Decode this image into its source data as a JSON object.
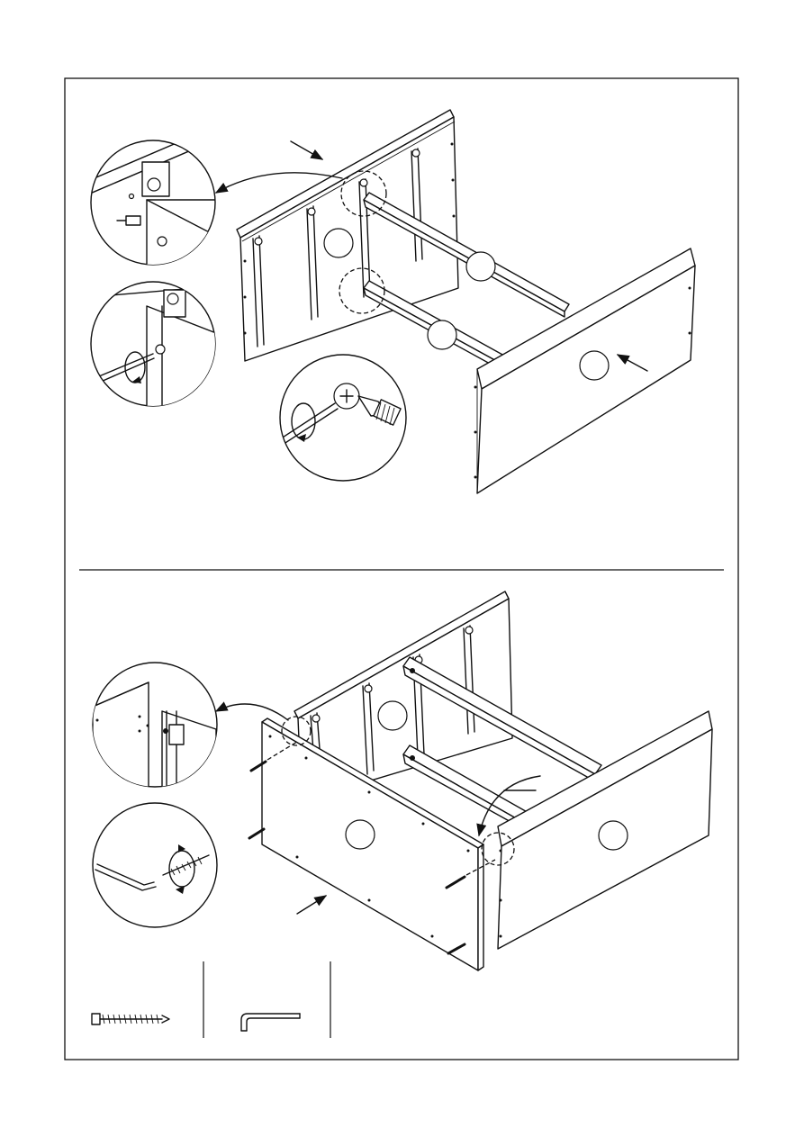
{
  "document": {
    "type": "assembly instruction sheet",
    "text_labels": []
  },
  "steps": [
    {
      "name": "cam-lock-assembly",
      "detail_views": [
        "cam-bolt-insert",
        "screwdriver-turn",
        "cam-lock-tighten"
      ]
    },
    {
      "name": "front-panel-screwing",
      "detail_views": [
        "panel-alignment",
        "allen-key-turn"
      ]
    }
  ],
  "parts_legend": [
    {
      "icon": "screw-icon"
    },
    {
      "icon": "allen-key-icon"
    }
  ],
  "colors": {
    "line": "#111111",
    "background": "#ffffff"
  }
}
